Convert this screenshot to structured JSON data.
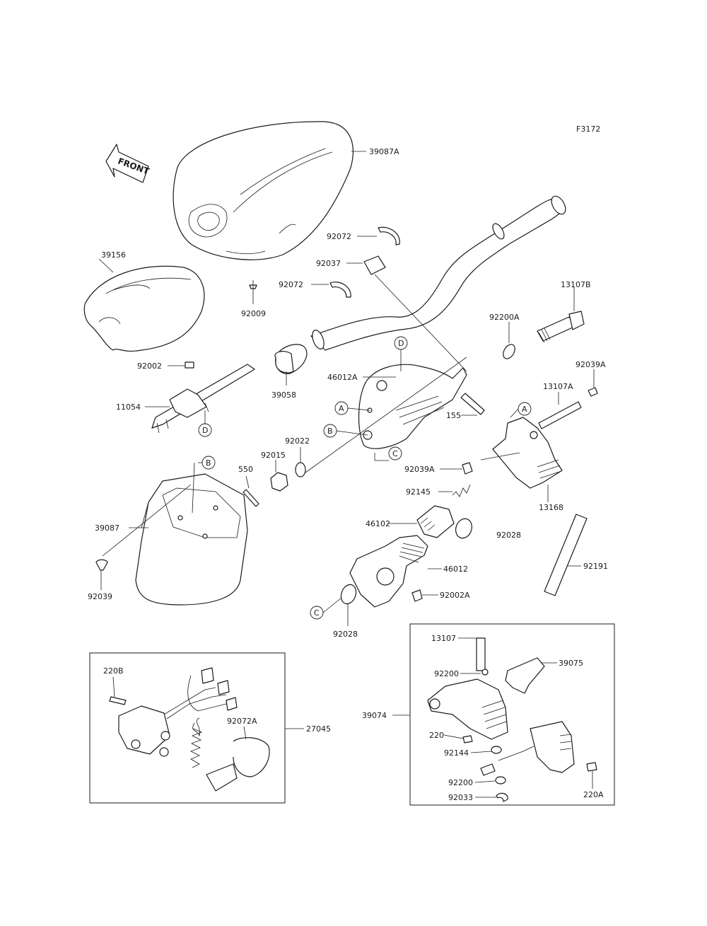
{
  "diagram_code": "F3172",
  "front_label": "FRONT",
  "parts": {
    "p39087A": "39087A",
    "p39156": "39156",
    "p92009": "92009",
    "p92072_top": "92072",
    "p92037": "92037",
    "p92072_mid": "92072",
    "p13107B": "13107B",
    "p92200A": "92200A",
    "p92039A_top": "92039A",
    "p92002": "92002",
    "p11054": "11054",
    "p39058": "39058",
    "p46012A": "46012A",
    "p155": "155",
    "p13107A": "13107A",
    "p92022": "92022",
    "p92015": "92015",
    "p550": "550",
    "p92039A_mid": "92039A",
    "p92145": "92145",
    "p13168": "13168",
    "p39087": "39087",
    "p46102": "46102",
    "p92028_right": "92028",
    "p46012": "46012",
    "p92191": "92191",
    "p92002A": "92002A",
    "p92039": "92039",
    "p92028_bottom": "92028",
    "p220B": "220B",
    "p92072A": "92072A",
    "p27045": "27045",
    "p13107": "13107",
    "p39075": "39075",
    "p92200_top": "92200",
    "p39074": "39074",
    "p220": "220",
    "p92144": "92144",
    "p92200_bottom": "92200",
    "p92033": "92033",
    "p220A": "220A"
  },
  "callouts": {
    "A1": "A",
    "A2": "A",
    "B1": "B",
    "B2": "B",
    "C1": "C",
    "C2": "C",
    "D1": "D",
    "D2": "D"
  }
}
